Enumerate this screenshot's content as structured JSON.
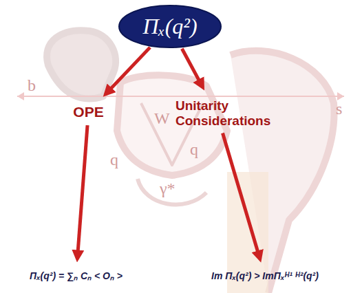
{
  "diagram": {
    "nodes": [
      {
        "text": [
          "Πₓ(q²)"
        ]
      },
      {
        "text": [
          "OPE"
        ]
      },
      {
        "text": [
          "Unitarity Considerations"
        ]
      },
      {
        "text": [
          "Πₓ(q²) = ∑ₙ Cₙ < Oₙ >"
        ]
      },
      {
        "text": [
          "Im Πₓ(q²) > ImΠₓᴴ¹ ᴴ²(q²)"
        ]
      }
    ],
    "edges": [
      {
        "from": 0,
        "to": 1,
        "arrow": "to"
      },
      {
        "from": 0,
        "to": 2,
        "arrow": "to"
      },
      {
        "from": 1,
        "to": 3,
        "arrow": "to"
      },
      {
        "from": 2,
        "to": 4,
        "arrow": "to"
      }
    ],
    "labels": [
      "b",
      "W",
      "q",
      "q",
      "γ*",
      "s"
    ]
  }
}
